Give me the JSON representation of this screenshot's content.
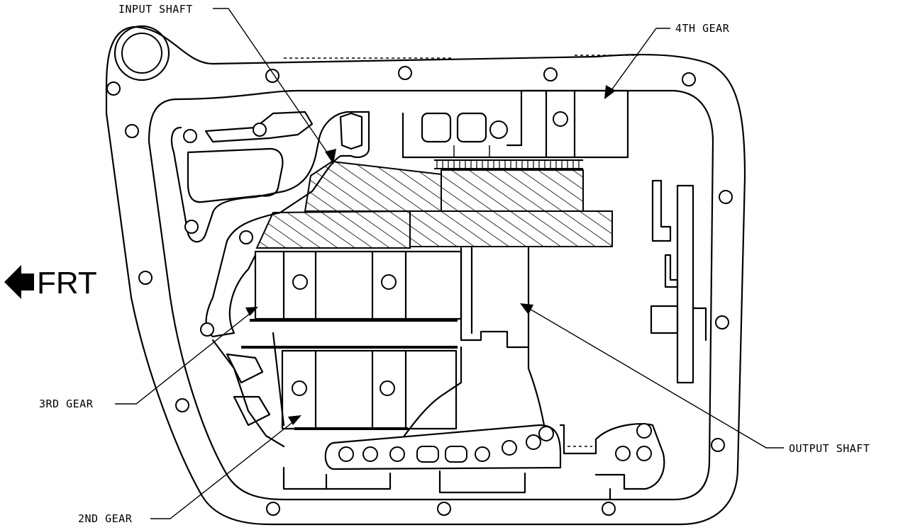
{
  "labels": {
    "input_shaft": "INPUT SHAFT",
    "fourth_gear": "4TH GEAR",
    "third_gear": "3RD GEAR",
    "second_gear": "2ND GEAR",
    "output_shaft": "OUTPUT SHAFT",
    "front": "FRT"
  }
}
